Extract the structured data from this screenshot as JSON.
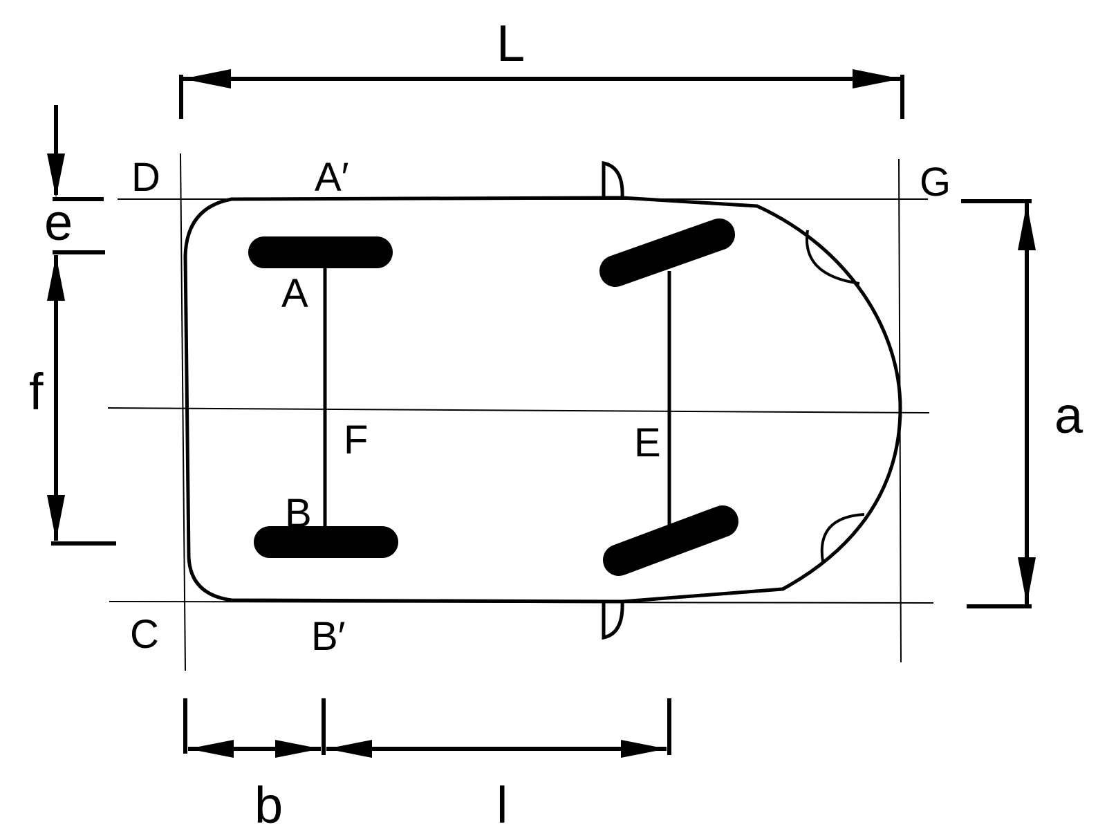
{
  "labels": {
    "points": {
      "D": "D",
      "A_prime": "A′",
      "G": "G",
      "A": "A",
      "F": "F",
      "E": "E",
      "B": "B",
      "C": "C",
      "B_prime": "B′"
    },
    "dimensions": {
      "L": "L",
      "e": "e",
      "f": "f",
      "a": "a",
      "b": "b",
      "l": "l"
    }
  },
  "colors": {
    "stroke": "#000000",
    "background": "#ffffff"
  }
}
